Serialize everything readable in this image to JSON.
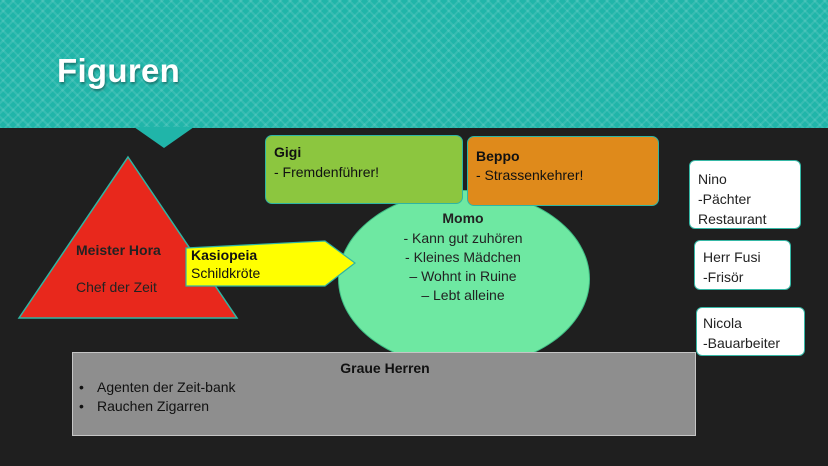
{
  "slide": {
    "title": "Figuren"
  },
  "meister_hora": {
    "name": "Meister Hora",
    "role": "Chef der Zeit",
    "color": "#e8281c"
  },
  "kasiopeia": {
    "name": "Kasiopeia",
    "role": "Schildkröte",
    "color": "#ffff00"
  },
  "momo": {
    "name": "Momo",
    "traits": [
      "-   Kann  gut  zuhören",
      "-   Kleines Mädchen",
      "–   Wohnt in Ruine",
      "–   Lebt alleine"
    ],
    "color": "#6ee8a2"
  },
  "gigi": {
    "name": "Gigi",
    "role": "- Fremdenführer!",
    "color": "#8cc63f"
  },
  "beppo": {
    "name": "Beppo",
    "role": "- Strassenkehrer!",
    "color": "#df8a1b"
  },
  "side_characters": [
    {
      "lines": [
        "Nino",
        "-Pächter",
        "Restaurant"
      ]
    },
    {
      "lines": [
        "Herr Fusi",
        "-Frisör"
      ]
    },
    {
      "lines": [
        "Nicola",
        "-Bauarbeiter"
      ]
    }
  ],
  "graue_herren": {
    "name": "Graue Herren",
    "traits": [
      "Agenten der Zeit-bank",
      "Rauchen Zigarren"
    ],
    "color": "#8e8e8e"
  },
  "theme": {
    "accent": "#20b5a9",
    "background": "#1f1f1f"
  }
}
